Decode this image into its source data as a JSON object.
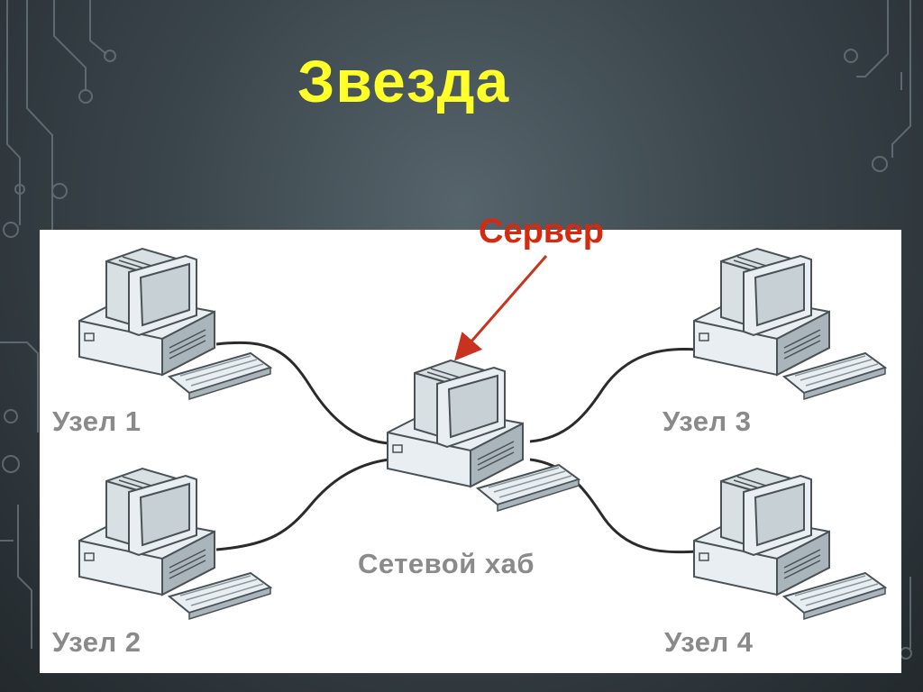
{
  "slide": {
    "title": "Звезда"
  },
  "diagram": {
    "type": "star-topology",
    "server_label": "Сервер",
    "hub": {
      "label": "Сетевой хаб"
    },
    "nodes": [
      {
        "id": "node-1",
        "label": "Узел 1"
      },
      {
        "id": "node-2",
        "label": "Узел 2"
      },
      {
        "id": "node-3",
        "label": "Узел 3"
      },
      {
        "id": "node-4",
        "label": "Узел 4"
      }
    ]
  },
  "colors": {
    "title": "#ffff2a",
    "server_label": "#d52a10",
    "arrow": "#c8321e",
    "node_label": "#8a8a8a",
    "cable": "#2b2b2b",
    "computer_face": "#e8eef1",
    "computer_side": "#aab5bb",
    "computer_outline": "#4a5257",
    "screen": "#c7d0d5"
  }
}
